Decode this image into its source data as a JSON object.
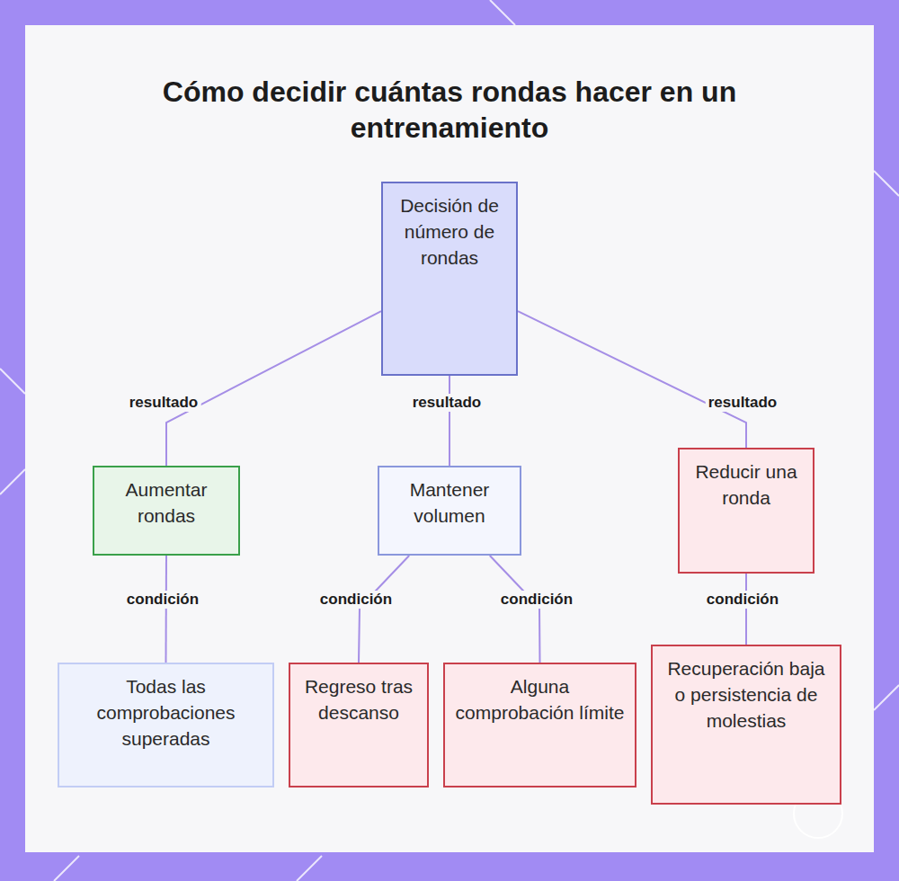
{
  "diagram": {
    "title": "Cómo decidir cuántas rondas hacer en un entrenamiento",
    "nodes": [
      {
        "text": [
          "Decisión de número de rondas"
        ]
      },
      {
        "text": [
          "Aumentar rondas"
        ]
      },
      {
        "text": [
          "Mantener volumen"
        ]
      },
      {
        "text": [
          "Reducir una ronda"
        ]
      },
      {
        "text": [
          "Todas las comprobaciones superadas"
        ]
      },
      {
        "text": [
          "Regreso tras descanso"
        ]
      },
      {
        "text": [
          "Alguna comprobación límite"
        ]
      },
      {
        "text": [
          "Recuperación baja o persistencia de molestias"
        ]
      }
    ],
    "edges": [
      {
        "from": 0,
        "to": 1,
        "label": "resultado",
        "arrow": "none"
      },
      {
        "from": 0,
        "to": 2,
        "label": "resultado",
        "arrow": "none"
      },
      {
        "from": 0,
        "to": 3,
        "label": "resultado",
        "arrow": "none"
      },
      {
        "from": 1,
        "to": 4,
        "label": "condición",
        "arrow": "none"
      },
      {
        "from": 2,
        "to": 5,
        "label": "condición",
        "arrow": "none"
      },
      {
        "from": 2,
        "to": 6,
        "label": "condición",
        "arrow": "none"
      },
      {
        "from": 3,
        "to": 7,
        "label": "condición",
        "arrow": "none"
      }
    ]
  }
}
